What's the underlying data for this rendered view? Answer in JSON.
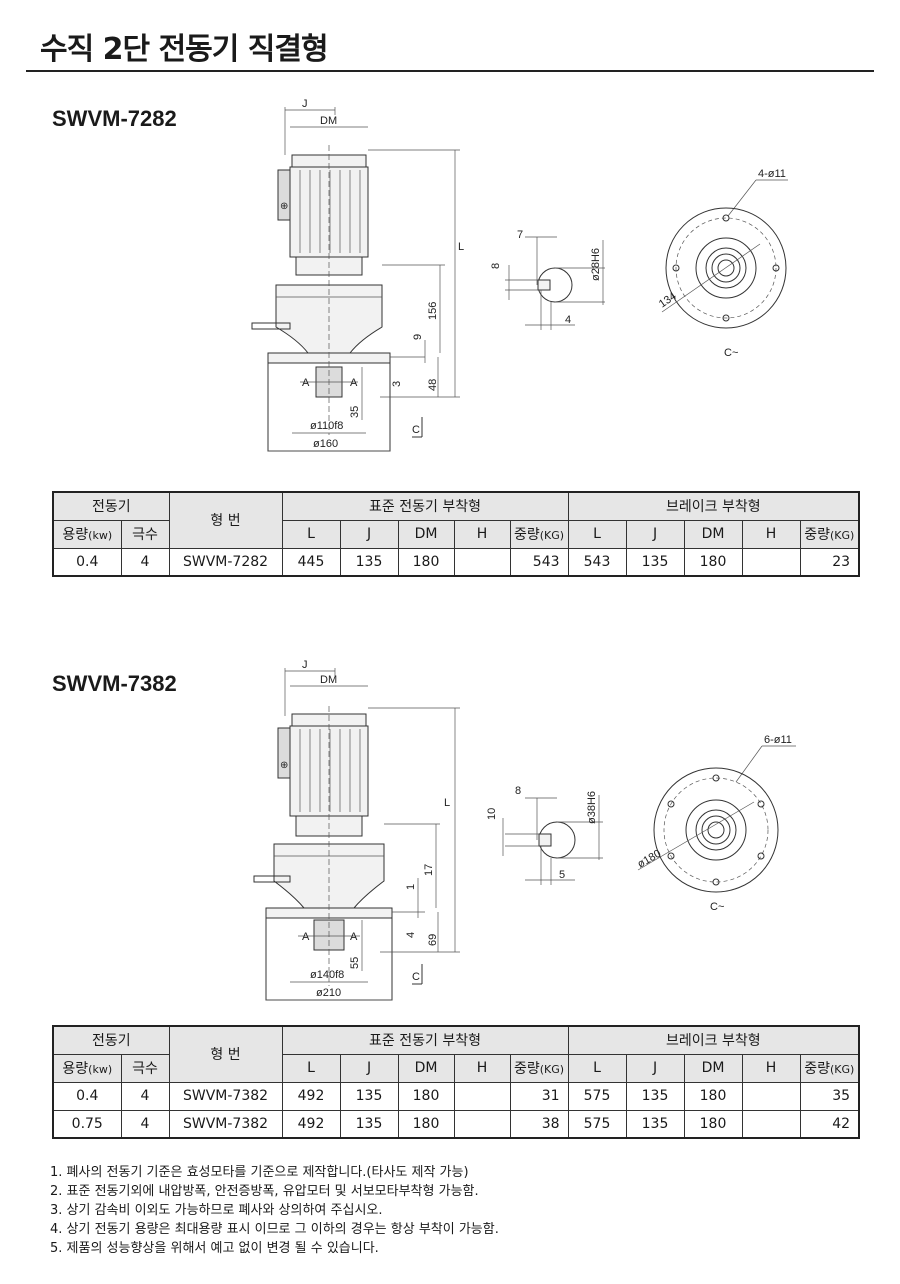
{
  "page": {
    "title": "수직 2단 전동기 직결형"
  },
  "models": [
    {
      "heading": "SWVM-7282",
      "drawing": {
        "labels": {
          "J": "J",
          "DM": "DM",
          "L": "L",
          "d156": "156",
          "d9": "9",
          "d48": "48",
          "d3": "3",
          "d35": "35",
          "AA_left": "A",
          "AA_right": "A",
          "shaft_fit": "ø110f8",
          "flange": "ø160",
          "C": "C",
          "key_w": "7",
          "key_h": "8",
          "shaft_d": "ø28H6",
          "key_d": "4",
          "holes": "4-ø11",
          "pcd": "134",
          "C_view": "C~"
        }
      },
      "table": {
        "h_motor": "전동기",
        "h_model": "형  번",
        "h_std": "표준 전동기 부착형",
        "h_brake": "브레이크 부착형",
        "h_cap": "용량",
        "h_cap_unit": "(kw)",
        "h_pole": "극수",
        "cols": [
          "L",
          "J",
          "DM",
          "H",
          "중량",
          "(KG)"
        ],
        "rows": [
          {
            "cap": "0.4",
            "pole": "4",
            "model": "SWVM-7282",
            "L": "445",
            "J": "135",
            "DM": "180",
            "H": "",
            "W": "543",
            "bL": "543",
            "bJ": "135",
            "bDM": "180",
            "bH": "",
            "bW": "23"
          }
        ]
      }
    },
    {
      "heading": "SWVM-7382",
      "drawing": {
        "labels": {
          "J": "J",
          "DM": "DM",
          "L": "L",
          "d17": "17",
          "d1": "1",
          "d4": "4",
          "d69": "69",
          "d55": "55",
          "AA_left": "A",
          "AA_right": "A",
          "shaft_fit": "ø140f8",
          "flange": "ø210",
          "C": "C",
          "key_w": "8",
          "key_h": "10",
          "shaft_d": "ø38H6",
          "key_d": "5",
          "holes": "6-ø11",
          "pcd": "ø180",
          "C_view": "C~"
        }
      },
      "table": {
        "h_motor": "전동기",
        "h_model": "형  번",
        "h_std": "표준 전동기 부착형",
        "h_brake": "브레이크 부착형",
        "h_cap": "용량",
        "h_cap_unit": "(kw)",
        "h_pole": "극수",
        "cols": [
          "L",
          "J",
          "DM",
          "H",
          "중량",
          "(KG)"
        ],
        "rows": [
          {
            "cap": "0.4",
            "pole": "4",
            "model": "SWVM-7382",
            "L": "492",
            "J": "135",
            "DM": "180",
            "H": "",
            "W": "31",
            "bL": "575",
            "bJ": "135",
            "bDM": "180",
            "bH": "",
            "bW": "35"
          },
          {
            "cap": "0.75",
            "pole": "4",
            "model": "SWVM-7382",
            "L": "492",
            "J": "135",
            "DM": "180",
            "H": "",
            "W": "38",
            "bL": "575",
            "bJ": "135",
            "bDM": "180",
            "bH": "",
            "bW": "42"
          }
        ]
      }
    }
  ],
  "notes": [
    "1. 폐사의 전동기 기준은 효성모타를 기준으로 제작합니다.(타사도 제작 가능)",
    "2. 표준 전동기외에 내압방폭, 안전증방폭, 유압모터 및 서보모타부착형 가능함.",
    "3. 상기 감속비 이외도 가능하므로 폐사와 상의하여 주십시오.",
    "4. 상기 전동기 용량은 최대용량 표시 이므로 그 이하의 경우는 항상 부착이 가능함.",
    "5. 제품의 성능향상을 위해서 예고 없이 변경 될 수 있습니다."
  ]
}
